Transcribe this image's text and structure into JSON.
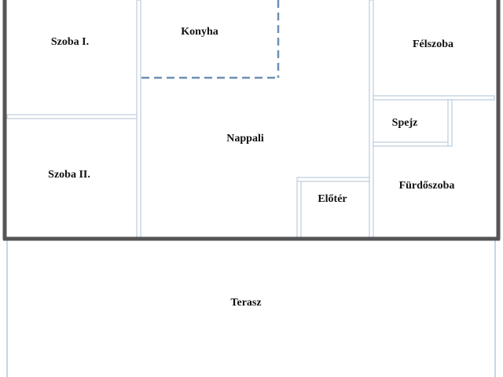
{
  "floor_plan": {
    "rooms": {
      "szoba1": "Szoba I.",
      "konyha": "Konyha",
      "felszoba": "Félszoba",
      "spejz": "Spejz",
      "nappali": "Nappali",
      "szoba2": "Szoba II.",
      "furdoszoba": "Fürdőszoba",
      "eloter": "Előtér",
      "terasz": "Terasz"
    },
    "colors": {
      "exterior_wall": "#555555",
      "interior_wall": "#c9d6e3",
      "kitchen_dashed": "#6f8fb4",
      "label": "#111111"
    }
  }
}
